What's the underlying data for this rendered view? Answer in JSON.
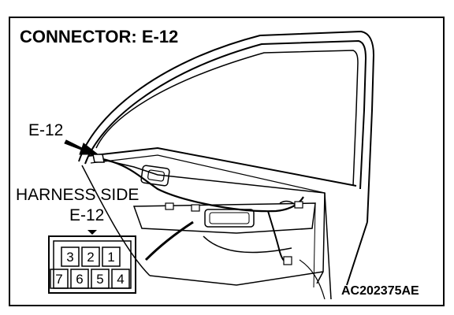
{
  "title": "CONNECTOR: E-12",
  "callout_label": "E-12",
  "harness_label": "HARNESS SIDE",
  "harness_connector_label": "E-12",
  "connector_pins": {
    "top_row": [
      "3",
      "2",
      "1"
    ],
    "bottom_row": [
      "7",
      "6",
      "5",
      "4"
    ]
  },
  "figure_code": "AC202375AE"
}
